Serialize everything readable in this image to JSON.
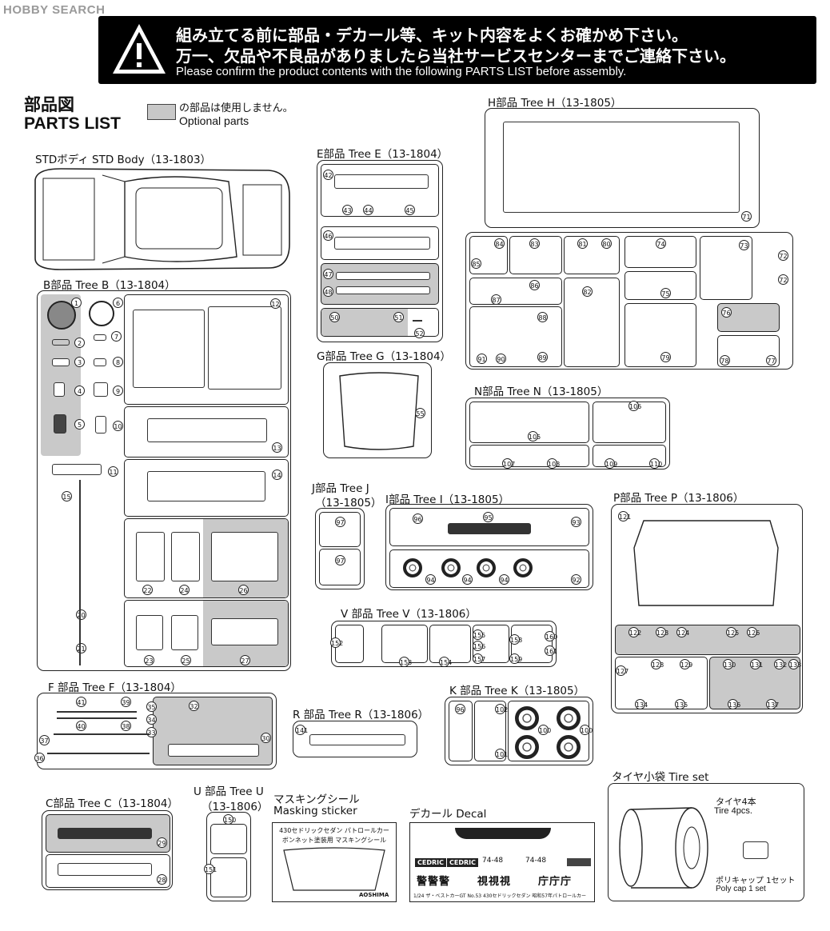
{
  "watermark": "HOBBY SEARCH",
  "header": {
    "warning_icon": "warning-triangle-icon",
    "line1_jp": "組み立てる前に部品・デカール等、キット内容をよくお確かめ下さい。",
    "line2_jp": "万一、欠品や不良品がありましたら当社サービスセンターまでご連絡下さい。",
    "line_en": "Please confirm the product contents with the following PARTS LIST before assembly."
  },
  "parts_list": {
    "title_jp": "部品図",
    "title_en": "PARTS LIST",
    "legend_jp": "の部品は使用しません。",
    "legend_en": "Optional parts",
    "legend_color": "#c8c8c8"
  },
  "trees": {
    "std_body": {
      "label": "STDボディ STD Body（13-1803）"
    },
    "tree_b": {
      "label": "B部品 Tree B（13-1804）",
      "numbers": [
        "1",
        "2",
        "3",
        "4",
        "5",
        "6",
        "7",
        "8",
        "9",
        "10",
        "11",
        "12",
        "13",
        "14",
        "15",
        "20",
        "21",
        "22",
        "23",
        "24",
        "25",
        "26",
        "27"
      ]
    },
    "tree_e": {
      "label": "E部品 Tree E（13-1804）",
      "numbers": [
        "42",
        "43",
        "44",
        "45",
        "46",
        "47",
        "48",
        "50",
        "51",
        "52"
      ]
    },
    "tree_g": {
      "label": "G部品 Tree G（13-1804）",
      "numbers": [
        "55"
      ]
    },
    "tree_h": {
      "label": "H部品 Tree H（13-1805）",
      "numbers": [
        "71",
        "72",
        "72",
        "73",
        "74",
        "75",
        "76",
        "77",
        "78",
        "79",
        "80",
        "81",
        "82",
        "83",
        "84",
        "85",
        "86",
        "87",
        "88",
        "89",
        "90",
        "91"
      ]
    },
    "tree_n": {
      "label": "N部品 Tree N（13-1805）",
      "numbers": [
        "105",
        "106",
        "107",
        "108",
        "109",
        "110"
      ]
    },
    "tree_j": {
      "label1": "J部品 Tree J",
      "label2": "（13-1805）",
      "numbers": [
        "97",
        "97"
      ]
    },
    "tree_i": {
      "label": "I部品 Tree I（13-1805）",
      "numbers": [
        "92",
        "93",
        "94",
        "94",
        "94",
        "95",
        "96"
      ]
    },
    "tree_p": {
      "label": "P部品 Tree P（13-1806）",
      "numbers": [
        "121",
        "122",
        "123",
        "124",
        "125",
        "126",
        "127",
        "128",
        "129",
        "130",
        "131",
        "132",
        "133",
        "134",
        "135",
        "136",
        "137"
      ]
    },
    "tree_v": {
      "label": "V 部品 Tree V（13-1806）",
      "numbers": [
        "152",
        "153",
        "154",
        "155",
        "156",
        "157",
        "158",
        "159",
        "160",
        "161"
      ]
    },
    "tree_f": {
      "label": "F 部品 Tree F（13-1804）",
      "numbers": [
        "30",
        "32",
        "33",
        "34",
        "35",
        "36",
        "37",
        "38",
        "39",
        "40",
        "41"
      ]
    },
    "tree_r": {
      "label": "R 部品 Tree R（13-1806）",
      "numbers": [
        "141"
      ]
    },
    "tree_k": {
      "label": "K 部品 Tree K（13-1805）",
      "numbers": [
        "96",
        "100",
        "100",
        "101",
        "102"
      ]
    },
    "tree_c": {
      "label": "C部品 Tree C（13-1804）",
      "numbers": [
        "28",
        "29"
      ]
    },
    "tree_u": {
      "label1": "U 部品 Tree U",
      "label2": "（13-1806）",
      "numbers": [
        "150",
        "151"
      ]
    }
  },
  "masking": {
    "label_jp": "マスキングシール",
    "label_en": "Masking sticker",
    "sheet_line1": "430セドリックセダン パトロールカー",
    "sheet_line2": "ボンネット塗装用 マスキングシール",
    "brand": "AOSHIMA"
  },
  "decal": {
    "label": "デカール Decal",
    "logo1": "CEDRIC",
    "logo2": "CEDRIC",
    "plate1": "74-48",
    "plate2": "74-48",
    "kanji1": "警警警",
    "kanji2": "視視視",
    "kanji3": "庁庁庁",
    "footer": "1/24 ザ・ベストカーGT No.53 430セドリックセダン 昭和57年パトロールカー"
  },
  "tire_set": {
    "label": "タイヤ小袋 Tire set",
    "tire_jp": "タイヤ4本",
    "tire_en": "Tire 4pcs.",
    "cap_jp": "ポリキャップ 1セット",
    "cap_en": "Poly cap 1 set"
  }
}
